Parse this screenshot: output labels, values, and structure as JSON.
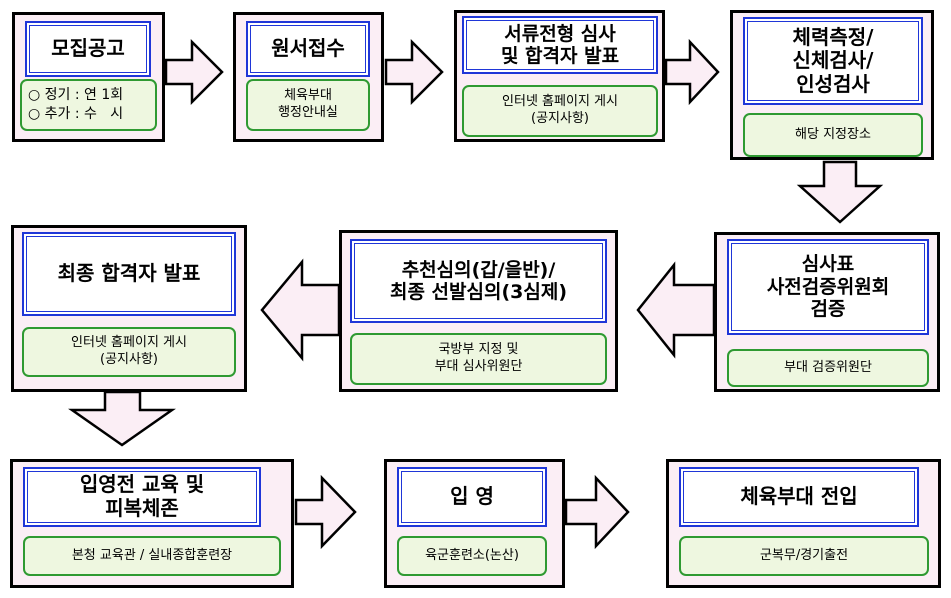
{
  "steps": {
    "s1": {
      "title": "모집공고",
      "detail": "○ 정기 : 연 1회\n○ 추가 : 수   시"
    },
    "s2": {
      "title": "원서접수",
      "detail": "체육부대\n행정안내실"
    },
    "s3": {
      "title": "서류전형 심사\n및 합격자 발표",
      "detail": "인터넷 홈페이지 게시\n(공지사항)"
    },
    "s4": {
      "title": "체력측정/\n신체검사/\n인성검사",
      "detail": "해당 지정장소"
    },
    "s5": {
      "title": "심사표\n사전검증위원회\n검증",
      "detail": "부대 검증위원단"
    },
    "s6": {
      "title": "추천심의(갑/을반)/\n최종 선발심의(3심제)",
      "detail": "국방부 지정 및\n부대 심사위원단"
    },
    "s7": {
      "title": "최종 합격자 발표",
      "detail": "인터넷 홈페이지 게시\n(공지사항)"
    },
    "s8": {
      "title": "입영전 교육 및\n피복체존",
      "detail": "본청 교육관 / 실내종합훈련장"
    },
    "s9": {
      "title": "입 영",
      "detail": "육군훈련소(논산)"
    },
    "s10": {
      "title": "체육부대 전입",
      "detail": "군복무/경기출전"
    }
  },
  "colors": {
    "box_fill": "#fbeef5",
    "title_border": "#1f36d8",
    "detail_border": "#2f9a32",
    "detail_fill": "#eef7e0",
    "arrow_fill": "#fbeef5"
  }
}
